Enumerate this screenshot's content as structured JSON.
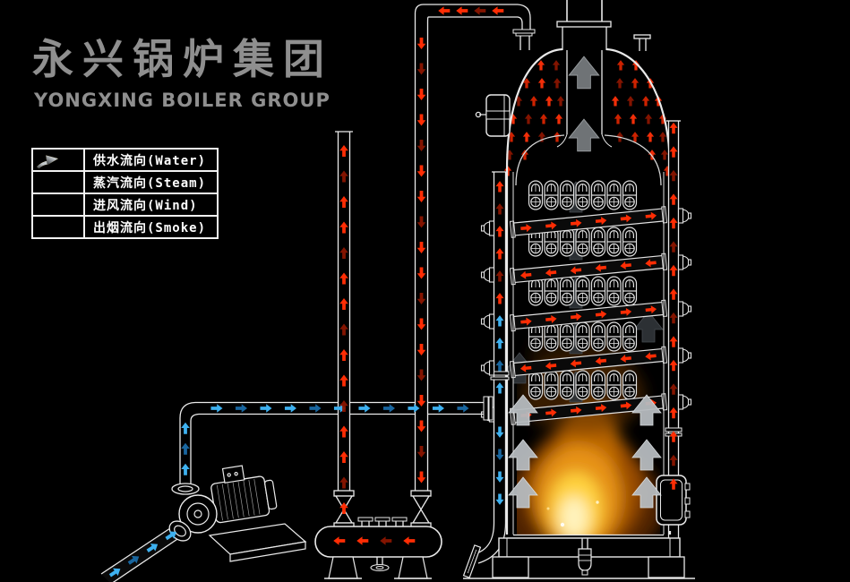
{
  "header": {
    "title": "永兴锅炉集团",
    "subtitle": "YONGXING BOILER GROUP"
  },
  "legend": {
    "items": [
      {
        "id": "water",
        "label": "供水流向(Water)"
      },
      {
        "id": "steam",
        "label": "蒸汽流向(Steam)"
      },
      {
        "id": "wind",
        "label": "进风流向(Wind)"
      },
      {
        "id": "smoke",
        "label": "出烟流向(Smoke)"
      }
    ]
  },
  "flows": {
    "water": {
      "name": "供水",
      "color": "#3eb1f0",
      "dim": "#1a6ca8"
    },
    "steam": {
      "name": "蒸汽",
      "color": "#ff2d04",
      "dim": "#8a1500"
    },
    "wind": {
      "name": "进风",
      "color": "#7f9b1c",
      "dim": "#45550e"
    },
    "smoke": {
      "name": "出烟",
      "color": "#c3c8cc",
      "dim": "#2f3337"
    }
  },
  "boiler": {
    "tube_rows": 5,
    "tubes_per_row": 7,
    "diagonal_flows": [
      "right",
      "left",
      "right",
      "left",
      "right"
    ]
  },
  "theme": {
    "background": "#000000",
    "line": "#e9e9e9",
    "title_color": "#8f8f8f",
    "smoke_light": "#b6bbbf",
    "smoke_dark": "#2f3337"
  }
}
